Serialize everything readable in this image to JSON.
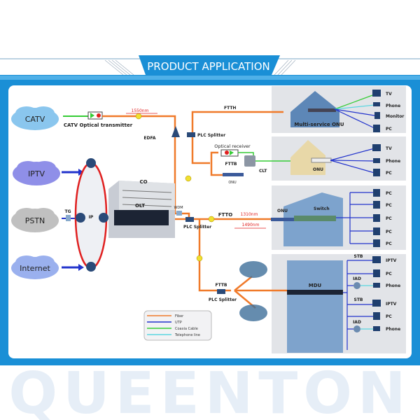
{
  "header": {
    "title": "PRODUCT APPLICATION"
  },
  "colors": {
    "brand": "#1a8fd6",
    "fiber": "#f07a2a",
    "utp": "#2233cc",
    "coax": "#35cc35",
    "phone": "#5ad6e0",
    "ring": "#e02020"
  },
  "clouds": {
    "catv": "CATV",
    "iptv": "IPTV",
    "pstn": "PSTN",
    "internet": "Internet"
  },
  "left": {
    "transmitter": "CATV Optical transmitter",
    "wavelength_1550": "1550nm",
    "edfa": "EDFA",
    "tg": "TG",
    "ip": "IP",
    "co": "CO",
    "olt": "OLT",
    "wdm": "WDM"
  },
  "mid": {
    "ftth": "FTTH",
    "plc_splitter_1": "PLC Splitter",
    "optical_receiver": "Optical receiver",
    "fttb_1": "FTTB",
    "onu_1": "ONU",
    "clt": "CLT",
    "ftto": "FTTO",
    "wl_1310": "1310nm",
    "wl_1490": "1490nm",
    "plc_splitter_2": "PLC Splitter",
    "fttb_2": "FTTB",
    "plc_splitter_3": "PLC Splitter"
  },
  "panels": {
    "p1": {
      "label": "Multi-service ONU",
      "devices": [
        "TV",
        "Phone",
        "Monitor",
        "PC"
      ]
    },
    "p2": {
      "label": "ONU",
      "devices": [
        "TV",
        "Phone",
        "PC"
      ]
    },
    "p3": {
      "onu": "ONU",
      "switch": "Switch",
      "devices": [
        "PC",
        "PC",
        "PC",
        "PC",
        "PC"
      ]
    },
    "p4": {
      "label": "MDU",
      "stb1": "STB",
      "iad1": "IAD",
      "stb2": "STB",
      "iad2": "IAD",
      "devices": [
        "IPTV",
        "PC",
        "Phone",
        "IPTV",
        "PC",
        "Phone"
      ]
    }
  },
  "legend": [
    "Fiber",
    "UTP",
    "Coaxia Cable",
    "Telephone line"
  ],
  "watermark": "QUEENTON"
}
